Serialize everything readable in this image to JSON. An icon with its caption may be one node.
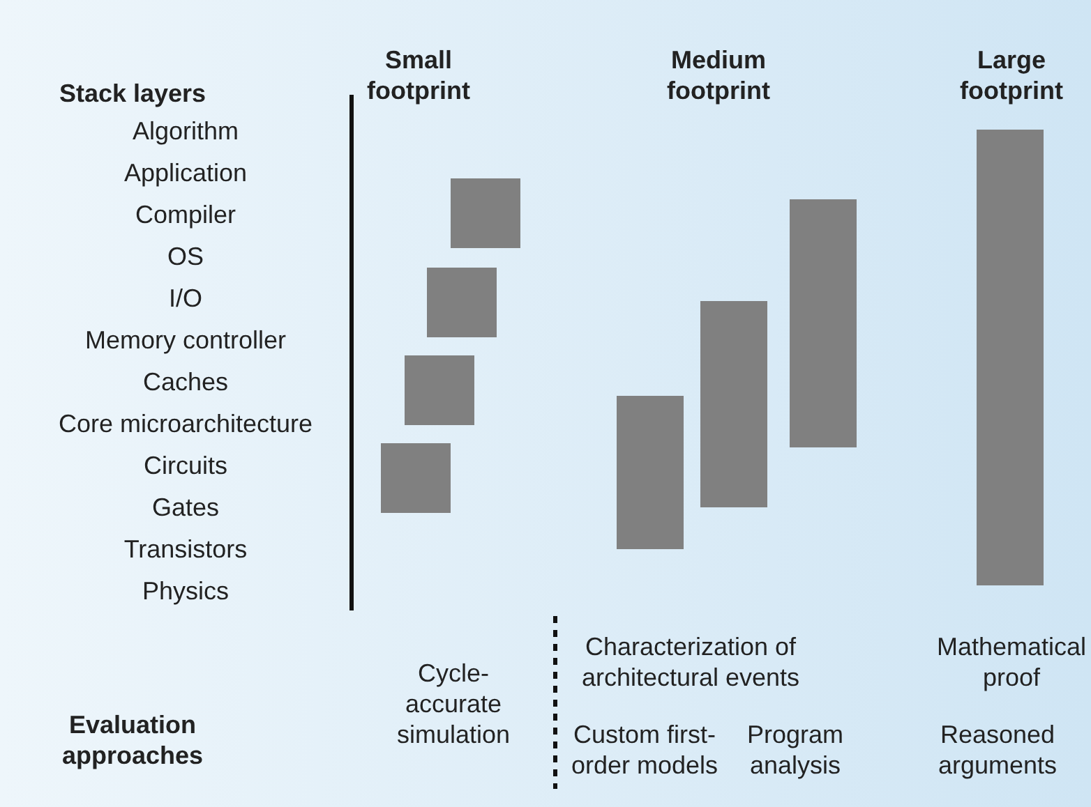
{
  "diagram": {
    "nodes": [
      {
        "text": [],
        "shape": "box"
      },
      {
        "text": [],
        "shape": "box"
      },
      {
        "text": [],
        "shape": "box"
      },
      {
        "text": [],
        "shape": "box"
      },
      {
        "text": [],
        "shape": "bar"
      },
      {
        "text": [],
        "shape": "bar"
      },
      {
        "text": [],
        "shape": "bar"
      },
      {
        "text": [],
        "shape": "bar"
      }
    ],
    "labels": [
      "Stack layers",
      "Small footprint",
      "Medium footprint",
      "Large footprint",
      "Algorithm",
      "Application",
      "Compiler",
      "OS",
      "I/O",
      "Memory controller",
      "Caches",
      "Core microarchitecture",
      "Circuits",
      "Gates",
      "Transistors",
      "Physics",
      "Cycle-accurate simulation",
      "Characterization of architectural events",
      "Mathematical proof",
      "Evaluation approaches",
      "Custom first-order models",
      "Program analysis",
      "Reasoned arguments"
    ]
  }
}
